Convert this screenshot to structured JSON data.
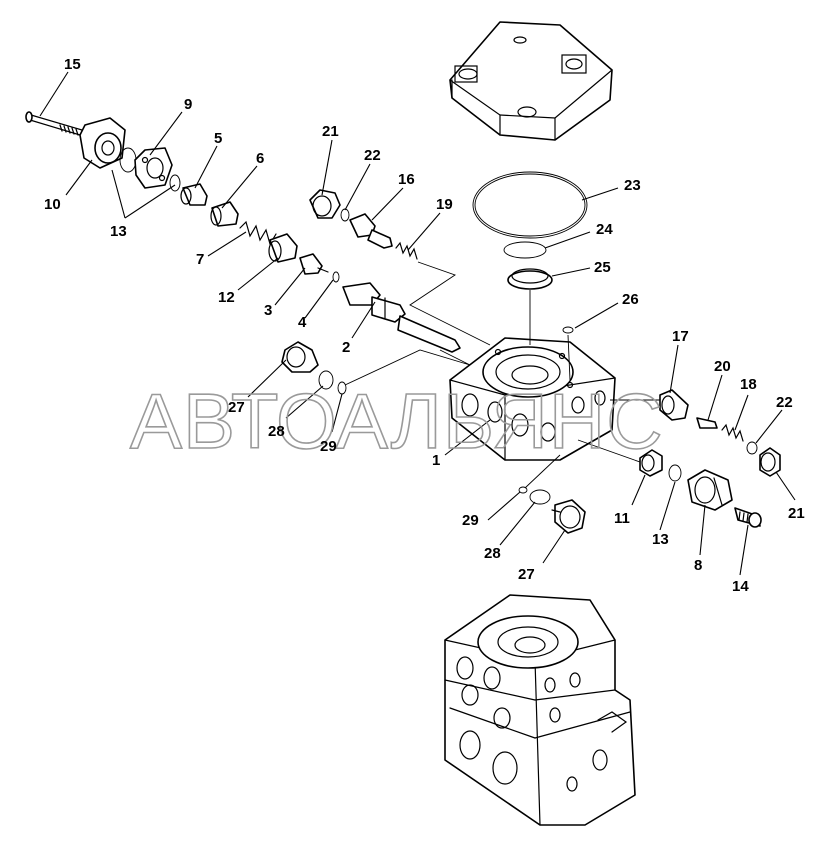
{
  "watermark": "АВТОАЛЬЯНС",
  "callouts": [
    {
      "id": "c15",
      "text": "15"
    },
    {
      "id": "c9",
      "text": "9"
    },
    {
      "id": "c5",
      "text": "5"
    },
    {
      "id": "c6",
      "text": "6"
    },
    {
      "id": "c10",
      "text": "10"
    },
    {
      "id": "c13a",
      "text": "13"
    },
    {
      "id": "c7",
      "text": "7"
    },
    {
      "id": "c12",
      "text": "12"
    },
    {
      "id": "c3",
      "text": "3"
    },
    {
      "id": "c4",
      "text": "4"
    },
    {
      "id": "c2",
      "text": "2"
    },
    {
      "id": "c21a",
      "text": "21"
    },
    {
      "id": "c22a",
      "text": "22"
    },
    {
      "id": "c16",
      "text": "16"
    },
    {
      "id": "c19",
      "text": "19"
    },
    {
      "id": "c23",
      "text": "23"
    },
    {
      "id": "c24",
      "text": "24"
    },
    {
      "id": "c25",
      "text": "25"
    },
    {
      "id": "c26",
      "text": "26"
    },
    {
      "id": "c27a",
      "text": "27"
    },
    {
      "id": "c28a",
      "text": "28"
    },
    {
      "id": "c29a",
      "text": "29"
    },
    {
      "id": "c1",
      "text": "1"
    },
    {
      "id": "c17",
      "text": "17"
    },
    {
      "id": "c20",
      "text": "20"
    },
    {
      "id": "c18",
      "text": "18"
    },
    {
      "id": "c22b",
      "text": "22"
    },
    {
      "id": "c21b",
      "text": "21"
    },
    {
      "id": "c11",
      "text": "11"
    },
    {
      "id": "c13b",
      "text": "13"
    },
    {
      "id": "c8",
      "text": "8"
    },
    {
      "id": "c14",
      "text": "14"
    },
    {
      "id": "c29b",
      "text": "29"
    },
    {
      "id": "c28b",
      "text": "28"
    },
    {
      "id": "c27b",
      "text": "27"
    }
  ]
}
